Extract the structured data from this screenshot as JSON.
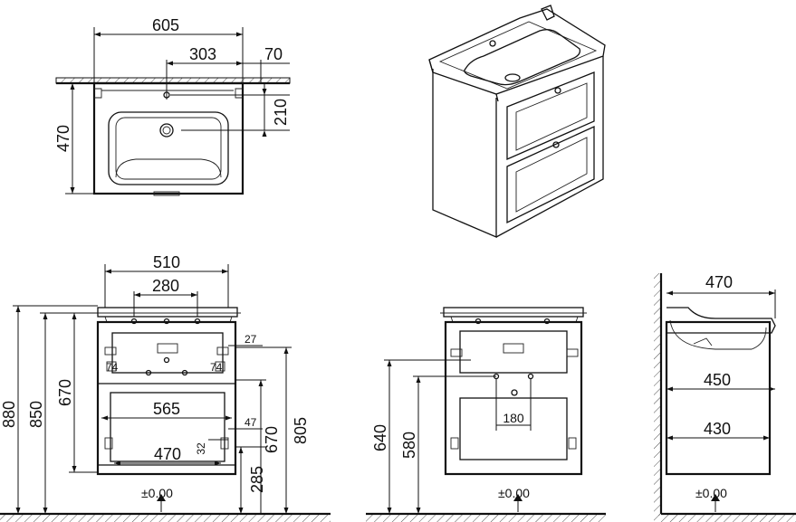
{
  "top_view": {
    "width_label": "605",
    "half_label": "303",
    "offset_label": "70",
    "depth_label": "470",
    "tap_label": "210"
  },
  "front_view": {
    "top_width_label": "510",
    "inner_width_label": "280",
    "drawer_width_label": "565",
    "bottom_width_label": "470",
    "total_height_label": "880",
    "basin_height_label": "850",
    "cabinet_height_label": "670",
    "right_height_label": "805",
    "right_cabinet_label": "670",
    "floor_gap_label": "285",
    "small_27": "27",
    "small_47": "47",
    "small_32": "32",
    "small_74_left": "74",
    "small_74_right": "74",
    "floor_label": "±0.00"
  },
  "middle_view": {
    "height_640": "640",
    "height_580": "580",
    "center_180": "180",
    "floor_label": "±0.00"
  },
  "side_view": {
    "depth_470": "470",
    "depth_450": "450",
    "depth_430": "430",
    "floor_label": "±0.00"
  }
}
